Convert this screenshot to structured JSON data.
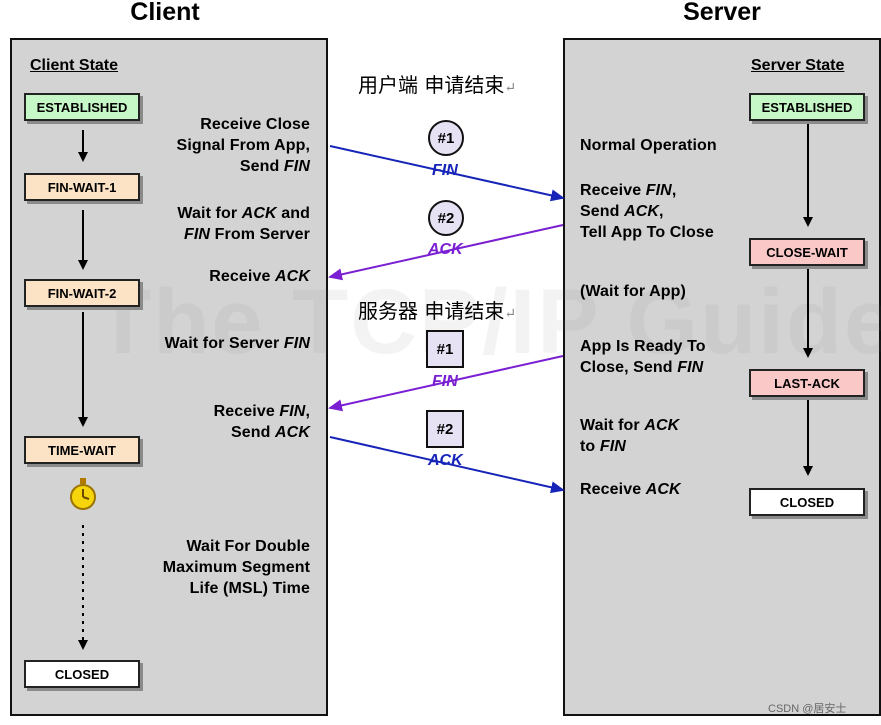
{
  "headings": {
    "client": "Client",
    "server": "Server"
  },
  "client": {
    "state_title": "Client State",
    "states": {
      "established": "ESTABLISHED",
      "fin_wait_1": "FIN-WAIT-1",
      "fin_wait_2": "FIN-WAIT-2",
      "time_wait": "TIME-WAIT",
      "closed": "CLOSED"
    },
    "labels": {
      "close_signal": "Receive Close\nSignal From App,\nSend ",
      "close_signal_em": "FIN",
      "wait_ack_a": "Wait for ",
      "wait_ack_b": "ACK",
      "wait_ack_c": " and",
      "wait_ack_d": "FIN",
      "wait_ack_e": " From Server",
      "receive_ack_a": "Receive ",
      "receive_ack_b": "ACK",
      "wait_fin_a": "Wait for Server ",
      "wait_fin_b": "FIN",
      "recv_fin_a": "Receive ",
      "recv_fin_b": "FIN",
      "recv_fin_c": ",",
      "send_ack_a": "Send ",
      "send_ack_b": "ACK",
      "msl": "Wait For Double\nMaximum Segment\nLife (MSL) Time"
    }
  },
  "server": {
    "state_title": "Server State",
    "states": {
      "established": "ESTABLISHED",
      "close_wait": "CLOSE-WAIT",
      "last_ack": "LAST-ACK",
      "closed": "CLOSED"
    },
    "labels": {
      "normal": "Normal Operation",
      "recv_fin_a": "Receive ",
      "recv_fin_b": "FIN",
      "recv_fin_c": ",",
      "send_ack_a": "Send ",
      "send_ack_b": "ACK",
      "send_ack_c": ",",
      "tell_app": "Tell App To Close",
      "wait_app": "(Wait for App)",
      "ready": "App Is Ready To\nClose, Send ",
      "ready_em": "FIN",
      "wait_ack_a": "Wait for ",
      "wait_ack_b": "ACK",
      "to_fin_a": "to ",
      "to_fin_b": "FIN",
      "receive_ack_a": "Receive ",
      "receive_ack_b": "ACK"
    }
  },
  "annotations": {
    "client_close": "用户端 申请结束",
    "server_close": "服务器 申请结束"
  },
  "messages": {
    "m1": {
      "badge": "#1",
      "label": "FIN"
    },
    "m2": {
      "badge": "#2",
      "label": "ACK"
    },
    "m3": {
      "badge": "#1",
      "label": "FIN"
    },
    "m4": {
      "badge": "#2",
      "label": "ACK"
    }
  },
  "watermark": "The TCP/IP Guide",
  "credit": "CSDN @居安士",
  "colors": {
    "blue_arrow": "#1624b8",
    "purple_arrow": "#7a1fd2"
  }
}
